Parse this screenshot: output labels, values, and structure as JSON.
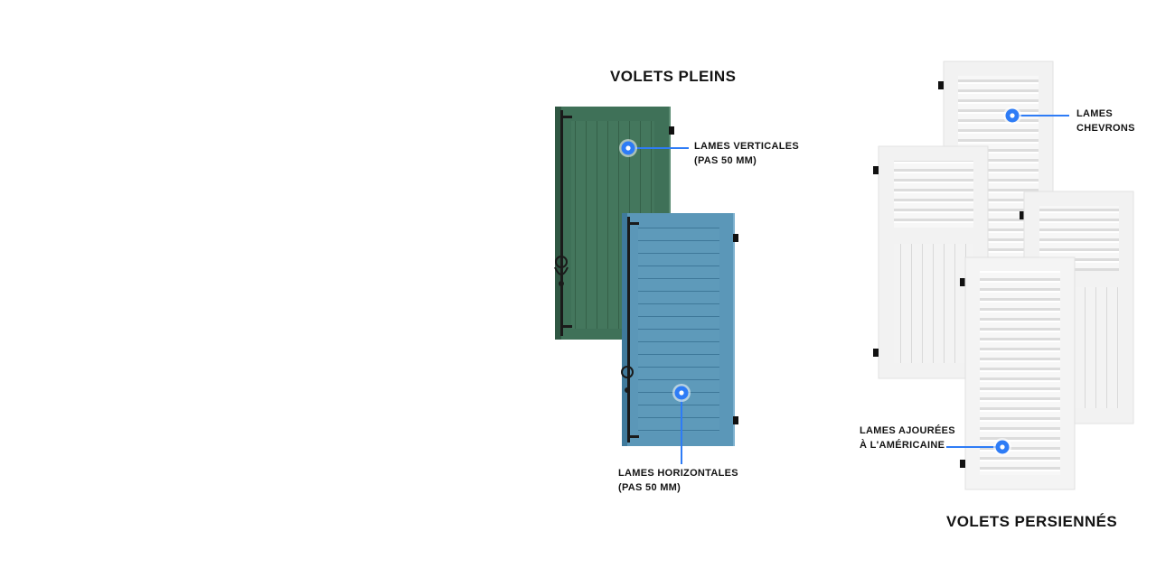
{
  "sections": {
    "pleins": {
      "title": "VOLETS PLEINS",
      "labels": {
        "verticales": {
          "line1": "LAMES VERTICALES",
          "line2": "(PAS 50 MM)"
        },
        "horizontales": {
          "line1": "LAMES HORIZONTALES",
          "line2": "(PAS 50 MM)"
        }
      },
      "colors": {
        "green_shutter": "#3f7158",
        "blue_shutter": "#5b97b8"
      }
    },
    "persiennes": {
      "title": "VOLETS PERSIENNÉS",
      "labels": {
        "chevrons": {
          "line1": "LAMES",
          "line2": "CHEVRONS"
        },
        "ajourees": {
          "line1": "LAMES AJOURÉES",
          "line2": "À L'AMÉRICAINE"
        }
      },
      "colors": {
        "white_shutter": "#f2f2f2"
      }
    }
  },
  "hotspot_color": "#2e7cf6",
  "icons": [
    "hotspot-icon",
    "hinge-icon",
    "latch-icon"
  ]
}
